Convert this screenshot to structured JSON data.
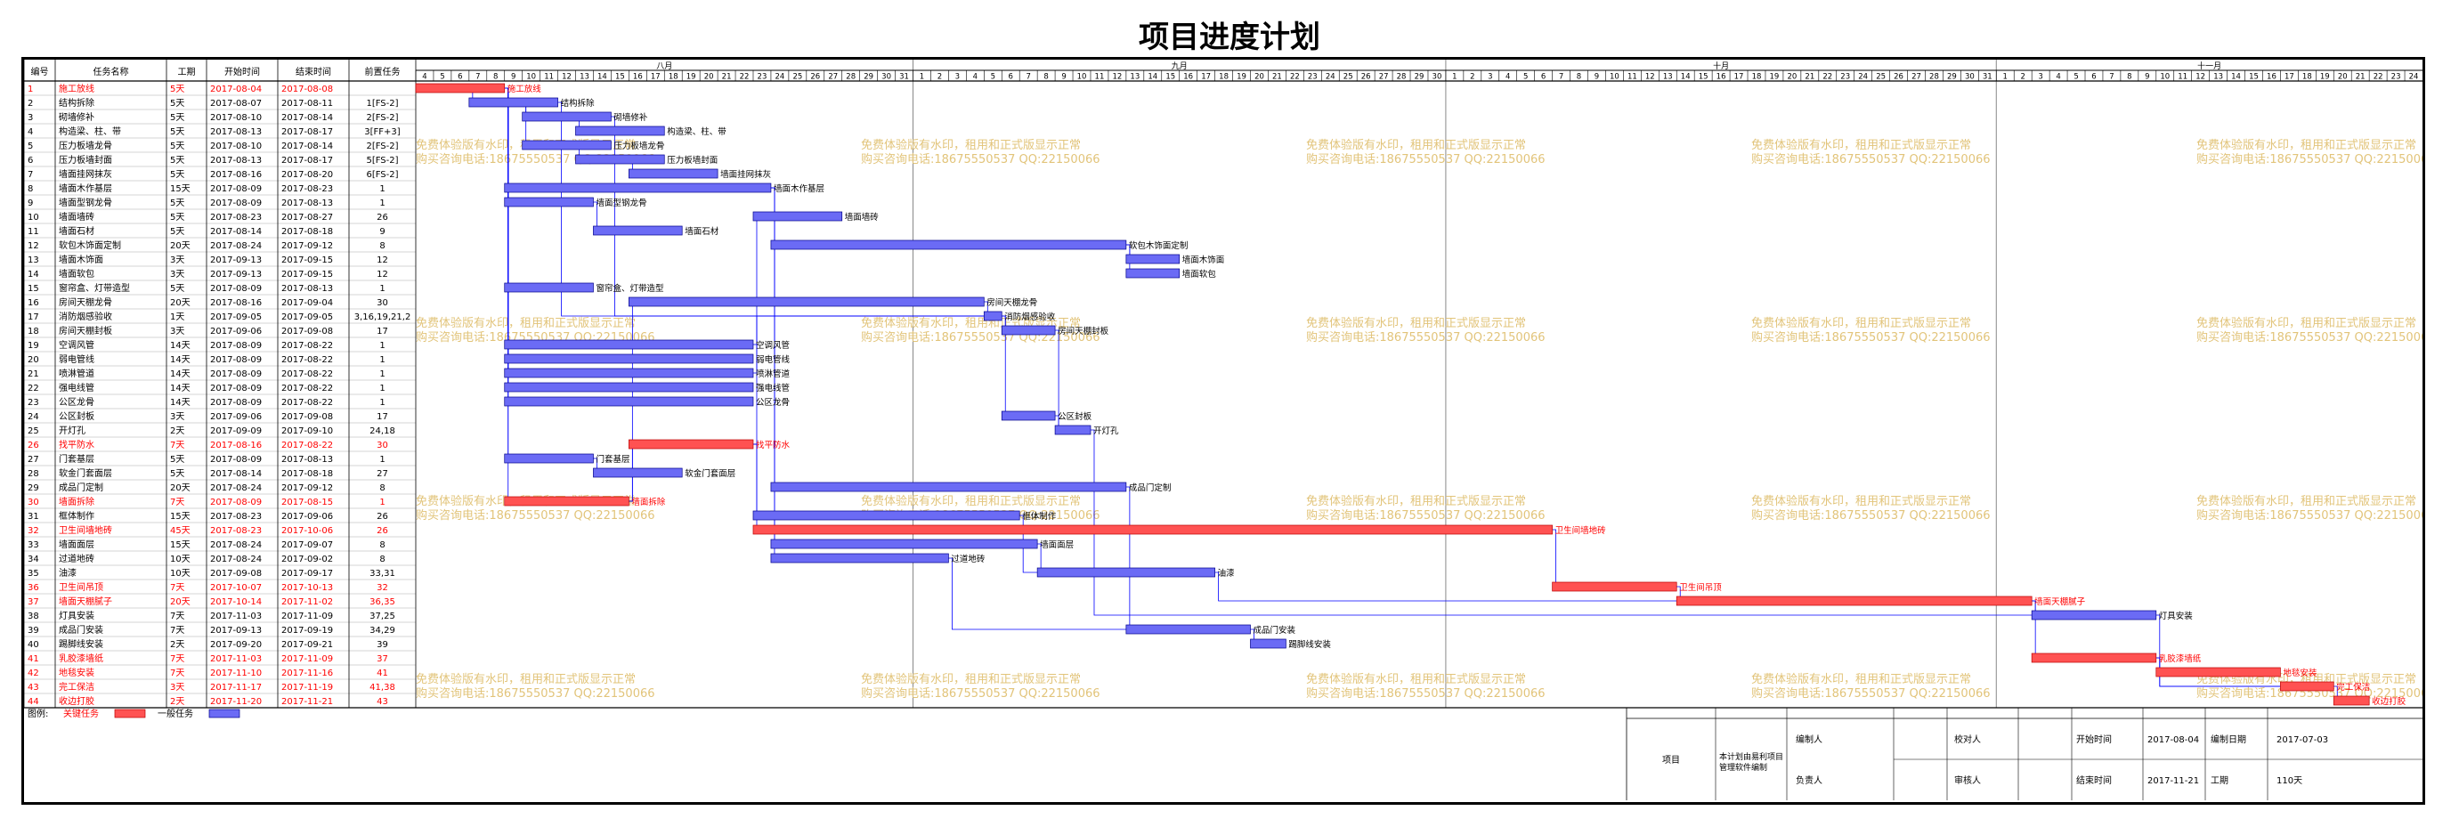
{
  "title": "项目进度计划",
  "headers": [
    "编号",
    "任务名称",
    "工期",
    "开始时间",
    "结束时间",
    "前置任务"
  ],
  "months": [
    "八月",
    "九月",
    "十月",
    "十一月"
  ],
  "day_ticks": {
    "aug": [
      "4",
      "5",
      "6",
      "7",
      "8",
      "9",
      "10",
      "11",
      "12",
      "13",
      "14",
      "15",
      "16",
      "17",
      "18",
      "19",
      "20",
      "21",
      "22",
      "23",
      "24",
      "25",
      "26",
      "27",
      "28",
      "29",
      "30",
      "31"
    ],
    "sep": [
      "1",
      "2",
      "3",
      "4",
      "5",
      "6",
      "7",
      "8",
      "9",
      "10",
      "11",
      "12",
      "13",
      "14",
      "15",
      "16",
      "17",
      "18",
      "19",
      "20",
      "21",
      "22",
      "23",
      "24",
      "25",
      "26",
      "27",
      "28",
      "29",
      "30"
    ],
    "oct": [
      "1",
      "2",
      "3",
      "4",
      "5",
      "6",
      "7",
      "8",
      "9",
      "10",
      "11",
      "12",
      "13",
      "14",
      "15",
      "16",
      "17",
      "18",
      "19",
      "20",
      "21",
      "22",
      "23",
      "24",
      "25",
      "26",
      "27",
      "28",
      "29",
      "30",
      "31"
    ],
    "nov": [
      "1",
      "2",
      "3",
      "4",
      "5",
      "6",
      "7",
      "8",
      "9",
      "10",
      "11",
      "12",
      "13",
      "14",
      "15",
      "16",
      "17",
      "18",
      "19",
      "20",
      "21",
      "22",
      "23",
      "24"
    ]
  },
  "chart_data": {
    "type": "gantt",
    "title": "项目进度计划",
    "x_range": [
      "2017-08-04",
      "2017-11-24"
    ],
    "tasks": [
      {
        "id": "1",
        "name": "施工放线",
        "dur": "5天",
        "start": "2017-08-04",
        "end": "2017-08-08",
        "pred": "",
        "critical": true,
        "bar_label": "施工放线"
      },
      {
        "id": "2",
        "name": "结构拆除",
        "dur": "5天",
        "start": "2017-08-07",
        "end": "2017-08-11",
        "pred": "1[FS-2]",
        "critical": false,
        "bar_label": "结构拆除"
      },
      {
        "id": "3",
        "name": "砌墙修补",
        "dur": "5天",
        "start": "2017-08-10",
        "end": "2017-08-14",
        "pred": "2[FS-2]",
        "critical": false,
        "bar_label": "砌墙修补"
      },
      {
        "id": "4",
        "name": "构造梁、柱、带",
        "dur": "5天",
        "start": "2017-08-13",
        "end": "2017-08-17",
        "pred": "3[FF+3]",
        "critical": false,
        "bar_label": "构造梁、柱、带"
      },
      {
        "id": "5",
        "name": "压力板墙龙骨",
        "dur": "5天",
        "start": "2017-08-10",
        "end": "2017-08-14",
        "pred": "2[FS-2]",
        "critical": false,
        "bar_label": "压力板墙龙骨"
      },
      {
        "id": "6",
        "name": "压力板墙封面",
        "dur": "5天",
        "start": "2017-08-13",
        "end": "2017-08-17",
        "pred": "5[FS-2]",
        "critical": false,
        "bar_label": "压力板墙封面"
      },
      {
        "id": "7",
        "name": "墙面挂网抹灰",
        "dur": "5天",
        "start": "2017-08-16",
        "end": "2017-08-20",
        "pred": "6[FS-2]",
        "critical": false,
        "bar_label": "墙面挂网抹灰"
      },
      {
        "id": "8",
        "name": "墙面木作基层",
        "dur": "15天",
        "start": "2017-08-09",
        "end": "2017-08-23",
        "pred": "1",
        "critical": false,
        "bar_label": "墙面木作基层"
      },
      {
        "id": "9",
        "name": "墙面型钢龙骨",
        "dur": "5天",
        "start": "2017-08-09",
        "end": "2017-08-13",
        "pred": "1",
        "critical": false,
        "bar_label": "墙面型钢龙骨"
      },
      {
        "id": "10",
        "name": "墙面墙砖",
        "dur": "5天",
        "start": "2017-08-23",
        "end": "2017-08-27",
        "pred": "26",
        "critical": false,
        "bar_label": "墙面墙砖"
      },
      {
        "id": "11",
        "name": "墙面石材",
        "dur": "5天",
        "start": "2017-08-14",
        "end": "2017-08-18",
        "pred": "9",
        "critical": false,
        "bar_label": "墙面石材"
      },
      {
        "id": "12",
        "name": "软包木饰面定制",
        "dur": "20天",
        "start": "2017-08-24",
        "end": "2017-09-12",
        "pred": "8",
        "critical": false,
        "bar_label": "软包木饰面定制"
      },
      {
        "id": "13",
        "name": "墙面木饰面",
        "dur": "3天",
        "start": "2017-09-13",
        "end": "2017-09-15",
        "pred": "12",
        "critical": false,
        "bar_label": "墙面木饰面"
      },
      {
        "id": "14",
        "name": "墙面软包",
        "dur": "3天",
        "start": "2017-09-13",
        "end": "2017-09-15",
        "pred": "12",
        "critical": false,
        "bar_label": "墙面软包"
      },
      {
        "id": "15",
        "name": "窗帘盒、灯带造型",
        "dur": "5天",
        "start": "2017-08-09",
        "end": "2017-08-13",
        "pred": "1",
        "critical": false,
        "bar_label": "窗帘盒、灯带造型"
      },
      {
        "id": "16",
        "name": "房间天棚龙骨",
        "dur": "20天",
        "start": "2017-08-16",
        "end": "2017-09-04",
        "pred": "30",
        "critical": false,
        "bar_label": "房间天棚龙骨"
      },
      {
        "id": "17",
        "name": "消防烟感验收",
        "dur": "1天",
        "start": "2017-09-05",
        "end": "2017-09-05",
        "pred": "3,16,19,21,2",
        "critical": false,
        "bar_label": "消防烟感验收"
      },
      {
        "id": "18",
        "name": "房间天棚封板",
        "dur": "3天",
        "start": "2017-09-06",
        "end": "2017-09-08",
        "pred": "17",
        "critical": false,
        "bar_label": "房间天棚封板"
      },
      {
        "id": "19",
        "name": "空调风管",
        "dur": "14天",
        "start": "2017-08-09",
        "end": "2017-08-22",
        "pred": "1",
        "critical": false,
        "bar_label": "空调风管"
      },
      {
        "id": "20",
        "name": "弱电管线",
        "dur": "14天",
        "start": "2017-08-09",
        "end": "2017-08-22",
        "pred": "1",
        "critical": false,
        "bar_label": "弱电管线"
      },
      {
        "id": "21",
        "name": "喷淋管道",
        "dur": "14天",
        "start": "2017-08-09",
        "end": "2017-08-22",
        "pred": "1",
        "critical": false,
        "bar_label": "喷淋管道"
      },
      {
        "id": "22",
        "name": "强电线管",
        "dur": "14天",
        "start": "2017-08-09",
        "end": "2017-08-22",
        "pred": "1",
        "critical": false,
        "bar_label": "强电线管"
      },
      {
        "id": "23",
        "name": "公区龙骨",
        "dur": "14天",
        "start": "2017-08-09",
        "end": "2017-08-22",
        "pred": "1",
        "critical": false,
        "bar_label": "公区龙骨"
      },
      {
        "id": "24",
        "name": "公区封板",
        "dur": "3天",
        "start": "2017-09-06",
        "end": "2017-09-08",
        "pred": "17",
        "critical": false,
        "bar_label": "公区封板"
      },
      {
        "id": "25",
        "name": "开灯孔",
        "dur": "2天",
        "start": "2017-09-09",
        "end": "2017-09-10",
        "pred": "24,18",
        "critical": false,
        "bar_label": "开灯孔"
      },
      {
        "id": "26",
        "name": "找平防水",
        "dur": "7天",
        "start": "2017-08-16",
        "end": "2017-08-22",
        "pred": "30",
        "critical": true,
        "bar_label": "找平防水"
      },
      {
        "id": "27",
        "name": "门套基层",
        "dur": "5天",
        "start": "2017-08-09",
        "end": "2017-08-13",
        "pred": "1",
        "critical": false,
        "bar_label": "门套基层"
      },
      {
        "id": "28",
        "name": "软金门套面层",
        "dur": "5天",
        "start": "2017-08-14",
        "end": "2017-08-18",
        "pred": "27",
        "critical": false,
        "bar_label": "软金门套面层"
      },
      {
        "id": "29",
        "name": "成品门定制",
        "dur": "20天",
        "start": "2017-08-24",
        "end": "2017-09-12",
        "pred": "8",
        "critical": false,
        "bar_label": "成品门定制"
      },
      {
        "id": "30",
        "name": "墙面拆除",
        "dur": "7天",
        "start": "2017-08-09",
        "end": "2017-08-15",
        "pred": "1",
        "critical": true,
        "bar_label": "墙面拆除"
      },
      {
        "id": "31",
        "name": "框体制作",
        "dur": "15天",
        "start": "2017-08-23",
        "end": "2017-09-06",
        "pred": "26",
        "critical": false,
        "bar_label": "框体制作"
      },
      {
        "id": "32",
        "name": "卫生间墙地砖",
        "dur": "45天",
        "start": "2017-08-23",
        "end": "2017-10-06",
        "pred": "26",
        "critical": true,
        "bar_label": "卫生间墙地砖"
      },
      {
        "id": "33",
        "name": "墙面面层",
        "dur": "15天",
        "start": "2017-08-24",
        "end": "2017-09-07",
        "pred": "8",
        "critical": false,
        "bar_label": "墙面面层"
      },
      {
        "id": "34",
        "name": "过道地砖",
        "dur": "10天",
        "start": "2017-08-24",
        "end": "2017-09-02",
        "pred": "8",
        "critical": false,
        "bar_label": "过道地砖"
      },
      {
        "id": "35",
        "name": "油漆",
        "dur": "10天",
        "start": "2017-09-08",
        "end": "2017-09-17",
        "pred": "33,31",
        "critical": false,
        "bar_label": "油漆"
      },
      {
        "id": "36",
        "name": "卫生间吊顶",
        "dur": "7天",
        "start": "2017-10-07",
        "end": "2017-10-13",
        "pred": "32",
        "critical": true,
        "bar_label": "卫生间吊顶"
      },
      {
        "id": "37",
        "name": "墙面天棚腻子",
        "dur": "20天",
        "start": "2017-10-14",
        "end": "2017-11-02",
        "pred": "36,35",
        "critical": true,
        "bar_label": "墙面天棚腻子"
      },
      {
        "id": "38",
        "name": "灯具安装",
        "dur": "7天",
        "start": "2017-11-03",
        "end": "2017-11-09",
        "pred": "37,25",
        "critical": false,
        "bar_label": "灯具安装"
      },
      {
        "id": "39",
        "name": "成品门安装",
        "dur": "7天",
        "start": "2017-09-13",
        "end": "2017-09-19",
        "pred": "34,29",
        "critical": false,
        "bar_label": "成品门安装"
      },
      {
        "id": "40",
        "name": "踢脚线安装",
        "dur": "2天",
        "start": "2017-09-20",
        "end": "2017-09-21",
        "pred": "39",
        "critical": false,
        "bar_label": "踢脚线安装"
      },
      {
        "id": "41",
        "name": "乳胶漆墙纸",
        "dur": "7天",
        "start": "2017-11-03",
        "end": "2017-11-09",
        "pred": "37",
        "critical": true,
        "bar_label": "乳胶漆墙纸"
      },
      {
        "id": "42",
        "name": "地毯安装",
        "dur": "7天",
        "start": "2017-11-10",
        "end": "2017-11-16",
        "pred": "41",
        "critical": true,
        "bar_label": "地毯安装"
      },
      {
        "id": "43",
        "name": "完工保洁",
        "dur": "3天",
        "start": "2017-11-17",
        "end": "2017-11-19",
        "pred": "41,38",
        "critical": true,
        "bar_label": "完工保洁"
      },
      {
        "id": "44",
        "name": "收边打胶",
        "dur": "2天",
        "start": "2017-11-20",
        "end": "2017-11-21",
        "pred": "43",
        "critical": true,
        "bar_label": "收边打胶"
      }
    ]
  },
  "watermark": {
    "line1": "免费体验版有水印，租用和正式版显示正常",
    "line2": "购买咨询电话:18675550537 QQ:22150066"
  },
  "legend": {
    "label": "图例:",
    "critical": "关键任务",
    "normal": "一般任务"
  },
  "footer": {
    "project_label": "项目",
    "software_note": "本计划由易利项目管理软件编制",
    "maker_label": "编制人",
    "leader_label": "负责人",
    "checker_label": "校对人",
    "reviewer_label": "审核人",
    "start_label": "开始时间",
    "start_value": "2017-08-04",
    "end_label": "结束时间",
    "end_value": "2017-11-21",
    "date_label": "编制日期",
    "date_value": "2017-07-03",
    "duration_label": "工期",
    "duration_value": "110天"
  },
  "colors": {
    "critical": "#ff5252",
    "critical_text": "#ff0000",
    "normal": "#6b6bf5",
    "link": "#0000ff",
    "watermark": "#e2c47a",
    "border": "#000000"
  }
}
